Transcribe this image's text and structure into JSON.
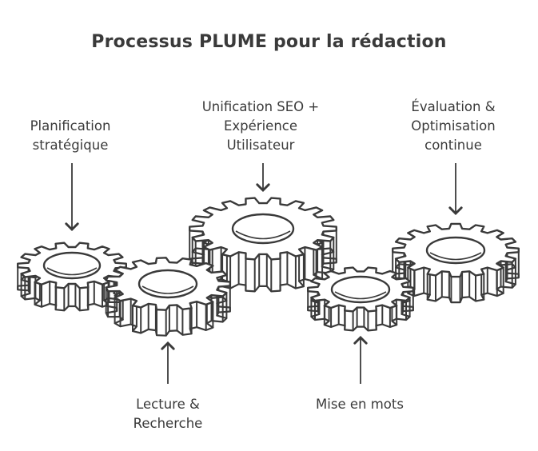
{
  "title": "Processus PLUME pour la rédaction",
  "stages": [
    {
      "id": "planification",
      "lines": [
        "Planification",
        "stratégique"
      ]
    },
    {
      "id": "lecture",
      "lines": [
        "Lecture &",
        "Recherche"
      ]
    },
    {
      "id": "unification",
      "lines": [
        "Unification SEO +",
        "Expérience",
        "Utilisateur"
      ]
    },
    {
      "id": "mise",
      "lines": [
        "Mise en mots"
      ]
    },
    {
      "id": "evaluation",
      "lines": [
        "Évaluation &",
        "Optimisation",
        "continue"
      ]
    }
  ],
  "colors": {
    "stroke": "#3a3a3a",
    "fill": "#ffffff",
    "text": "#3a3a3a"
  }
}
